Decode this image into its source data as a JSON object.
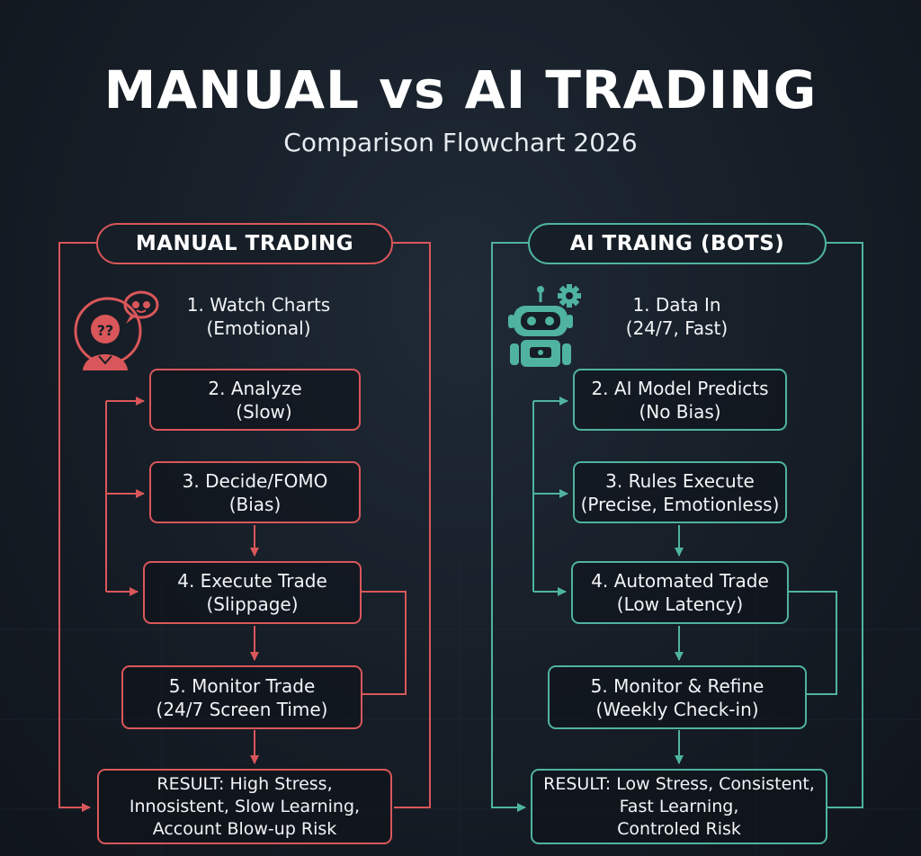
{
  "title": "MANUAL vs AI TRADING",
  "subtitle": "Comparison Flowchart 2026",
  "manual": {
    "header": "MANUAL TRADING",
    "step1": {
      "line1": "1. Watch Charts",
      "line2": "(Emotional)"
    },
    "step2": {
      "line1": "2. Analyze",
      "line2": "(Slow)"
    },
    "step3": {
      "line1": "3. Decide/FOMO",
      "line2": "(Bias)"
    },
    "step4": {
      "line1": "4. Execute Trade",
      "line2": "(Slippage)"
    },
    "step5": {
      "line1": "5. Monitor Trade",
      "line2": "(24/7 Screen Time)"
    },
    "result": {
      "line1": "RESULT: High Stress,",
      "line2": "Innosistent, Slow Learning,",
      "line3": "Account Blow-up Risk"
    },
    "icon_text": "??"
  },
  "ai": {
    "header": "AI TRAING (BOTS)",
    "step1": {
      "line1": "1. Data In",
      "line2": "(24/7, Fast)"
    },
    "step2": {
      "line1": "2. AI Model Predicts",
      "line2": "(No Bias)"
    },
    "step3": {
      "line1": "3. Rules Execute",
      "line2": "(Precise, Emotionless)"
    },
    "step4": {
      "line1": "4. Automated Trade",
      "line2": "(Low Latency)"
    },
    "step5": {
      "line1": "5. Monitor & Refine",
      "line2": "(Weekly Check-in)"
    },
    "result": {
      "line1": "RESULT: Low Stress, Consistent,",
      "line2": "Fast Learning,",
      "line3": "Controled Risk"
    }
  },
  "colors": {
    "manual": "#d9575a",
    "ai": "#4fb3a0",
    "background": "#161d26"
  },
  "icons": {
    "manual": "confused-trader-icon",
    "ai": "robot-gear-icon"
  }
}
